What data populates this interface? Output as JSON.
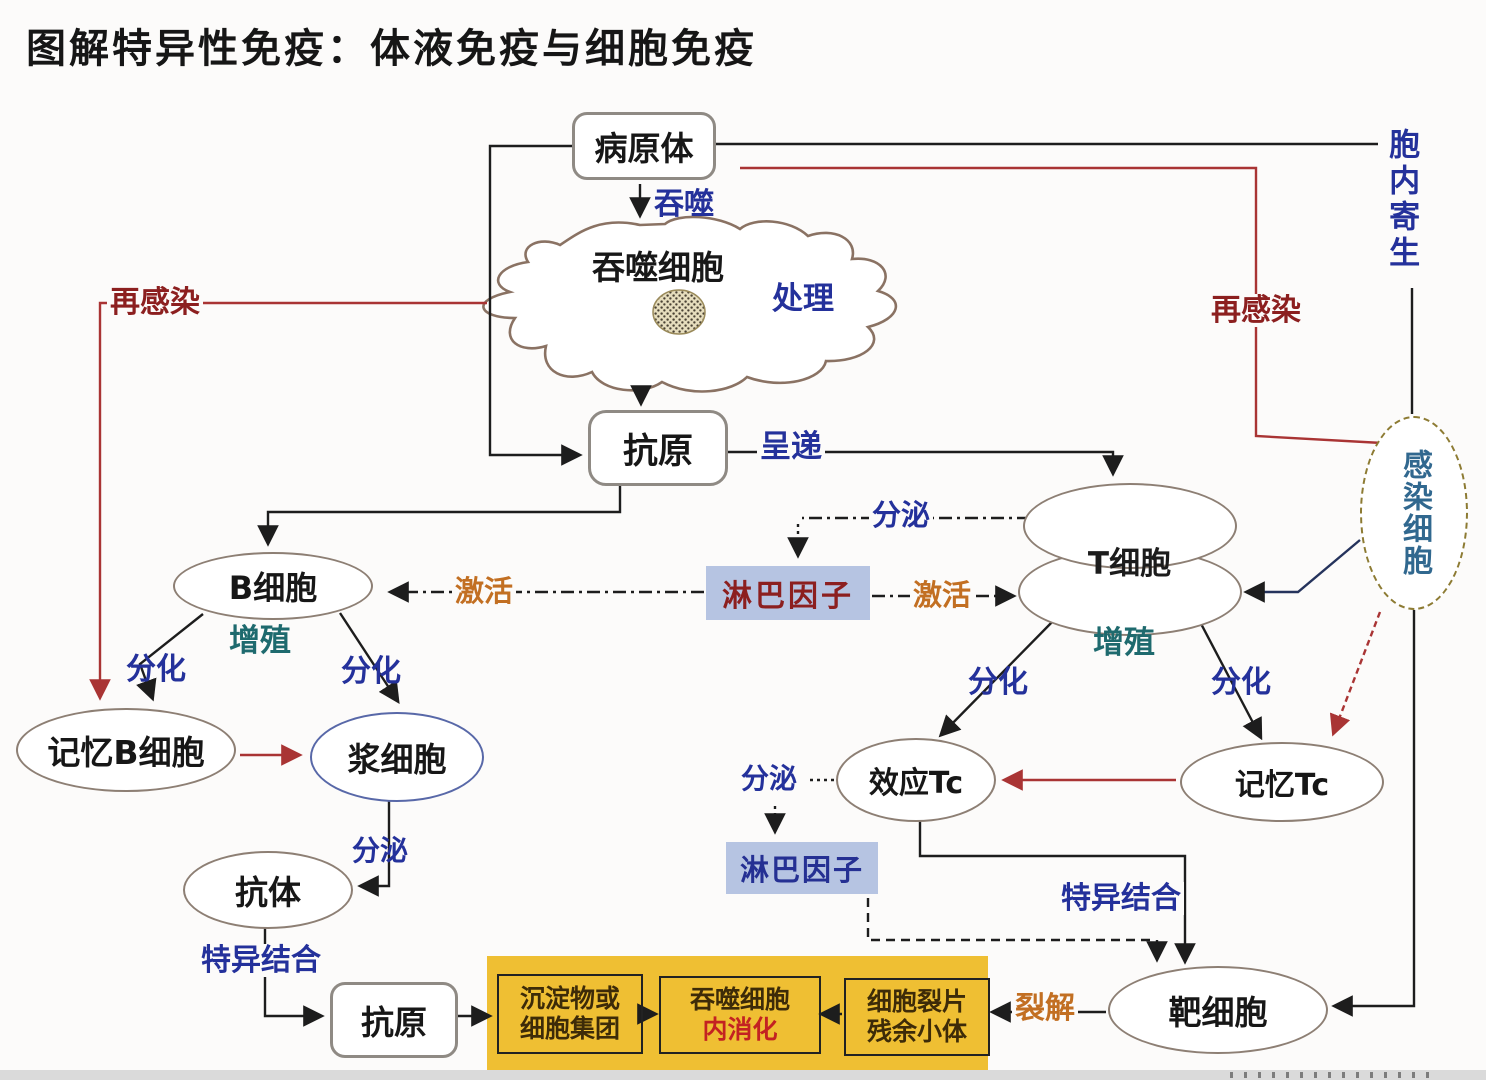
{
  "title": "图解特异性免疫：体液免疫与细胞免疫",
  "nodes": {
    "pathogen": "病原体",
    "phagocyte": "吞噬细胞",
    "antigen_top": "抗原",
    "b_cell": "B细胞",
    "t_cell": "T细胞",
    "memory_b_cell": "记忆B细胞",
    "plasma_cell": "浆细胞",
    "antibody": "抗体",
    "antigen_bottom": "抗原",
    "lymphokine_center": "淋巴因子",
    "lymphokine_lower": "淋巴因子",
    "effector_tc": "效应Tc",
    "memory_tc": "记忆Tc",
    "target_cell": "靶细胞",
    "infected_cell": "感染细胞",
    "intracellular_parasitism": "胞内寄生",
    "precipitate_line1": "沉淀物或",
    "precipitate_line2": "细胞集团",
    "digestion_line1": "吞噬细胞",
    "digestion_line2": "内消化",
    "fragments_line1": "细胞裂片",
    "fragments_line2": "残余小体"
  },
  "labels": {
    "engulf": "吞噬",
    "process": "处理",
    "present": "呈递",
    "secrete": "分泌",
    "activate": "激活",
    "proliferate": "增殖",
    "differentiate": "分化",
    "specific_binding": "特异结合",
    "reinfection": "再感染",
    "lysis": "裂解"
  },
  "colors": {
    "blue": "#24319b",
    "teal": "#1e6a6e",
    "orange": "#c26f22",
    "red": "#a93434",
    "maroon": "#8c1f1f",
    "yellow": "#efbf33",
    "lymph-bg": "#b6c4e2",
    "ink": "#1c1c1c"
  }
}
